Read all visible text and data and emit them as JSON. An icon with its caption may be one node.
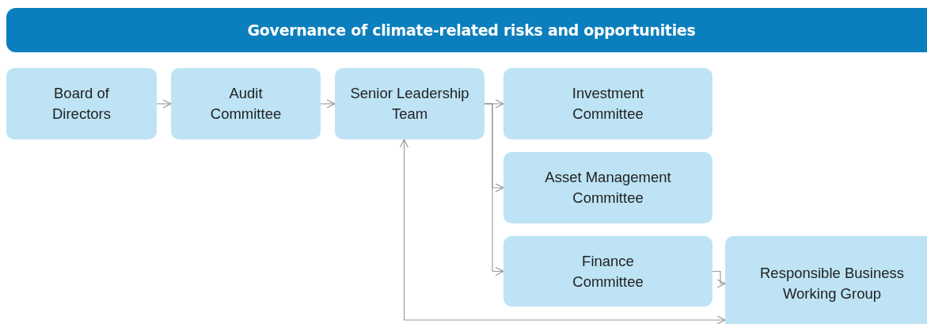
{
  "diagram": {
    "title": "Governance of climate-related risks and opportunities",
    "nodes": [
      {
        "text": [
          "Board of Directors"
        ]
      },
      {
        "text": [
          "Audit Committee"
        ]
      },
      {
        "text": [
          "Senior Leadership Team"
        ]
      },
      {
        "text": [
          "Investment Committee"
        ]
      },
      {
        "text": [
          "Asset Management Committee"
        ]
      },
      {
        "text": [
          "Finance Committee"
        ]
      },
      {
        "text": [
          "Responsible Business Working Group"
        ]
      }
    ],
    "edges": [
      {
        "from": 0,
        "to": 1,
        "arrow": "to"
      },
      {
        "from": 1,
        "to": 2,
        "arrow": "to"
      },
      {
        "from": 2,
        "to": 3,
        "arrow": "to"
      },
      {
        "from": 2,
        "to": 4,
        "arrow": "to"
      },
      {
        "from": 2,
        "to": 5,
        "arrow": "to"
      },
      {
        "from": 5,
        "to": 6,
        "arrow": "to"
      },
      {
        "from": 6,
        "to": 2,
        "arrow": "both"
      }
    ]
  }
}
